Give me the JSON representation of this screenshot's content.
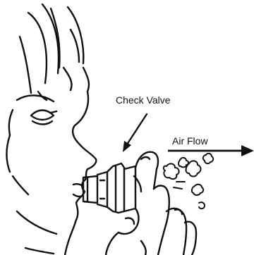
{
  "labels": {
    "check_valve": "Check Valve",
    "air_flow": "Air Flow"
  },
  "colors": {
    "ink": "#111111",
    "background": "#ffffff"
  },
  "icons": {
    "arrow_check_valve": "arrow-down-left",
    "arrow_air_flow": "arrow-right"
  }
}
